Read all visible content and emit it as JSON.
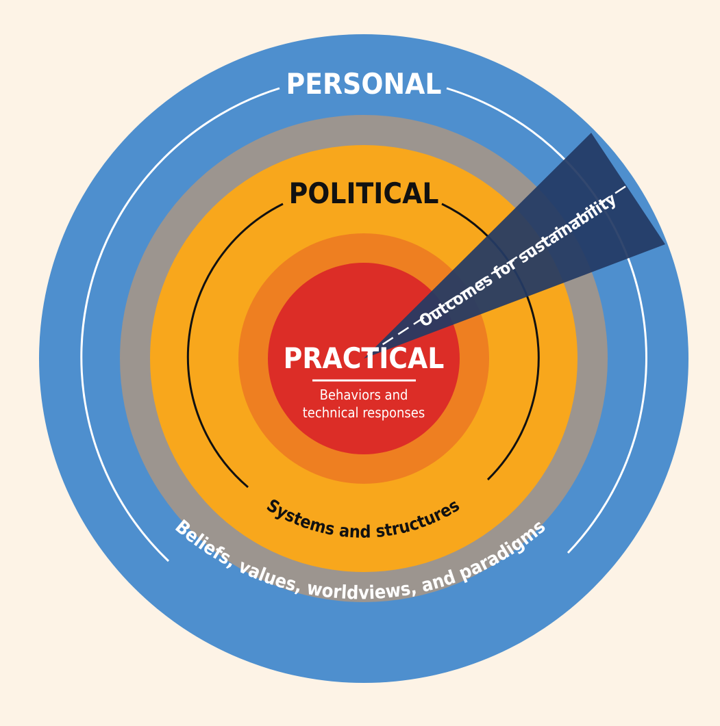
{
  "diagram": {
    "colors": {
      "background": "#fdf3e6",
      "personal_ring": "#4e8fce",
      "grey_ring": "#9c958f",
      "political_ring": "#f8a71c",
      "inner_orange_ring": "#ee7f21",
      "practical_core": "#dc2d27",
      "outcomes_beam": "#243a64",
      "white": "#ffffff",
      "black": "#111111"
    },
    "personal": {
      "title": "PERSONAL",
      "subtitle": "Beliefs, values, worldviews, and paradigms"
    },
    "political": {
      "title": "POLITICAL",
      "subtitle": "Systems and structures"
    },
    "practical": {
      "title": "PRACTICAL",
      "subtitle_line1": "Behaviors and",
      "subtitle_line2": "technical responses"
    },
    "outcomes": {
      "label": "Outcomes for sustainability"
    }
  }
}
